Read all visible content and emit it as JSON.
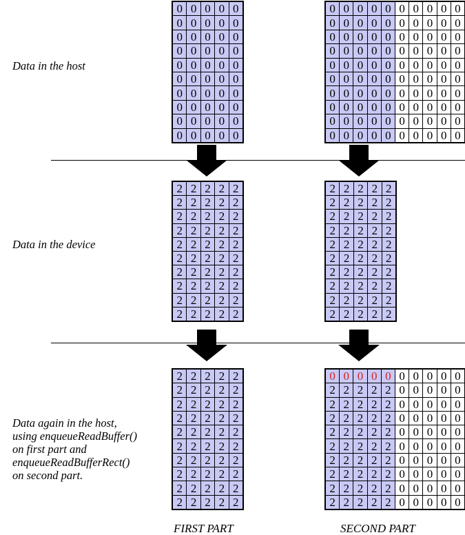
{
  "labels": {
    "host": "Data in the host",
    "device": "Data in the device",
    "host_again": [
      "Data again in the host,",
      "using enqueueReadBuffer()",
      "on first part and",
      "enqueueReadBufferRect()",
      "on second part."
    ]
  },
  "captions": {
    "first": "FIRST PART",
    "second": "SECOND PART"
  },
  "colors": {
    "cell_blue": "#c9c9f6",
    "cell_white": "#ffffff",
    "highlight_text": "#d62020",
    "border": "#000000"
  },
  "grids": {
    "first_host": {
      "rows": 10,
      "cols": 5,
      "row_values": [
        "00000"
      ],
      "fill": "blue"
    },
    "second_host": {
      "rows": 10,
      "cols": 10,
      "row_values": [
        "0000000000"
      ],
      "blue_cols": 5
    },
    "first_device": {
      "rows": 10,
      "cols": 5,
      "row_values": [
        "22222"
      ],
      "fill": "blue"
    },
    "second_device": {
      "rows": 10,
      "cols": 5,
      "row_values": [
        "22222"
      ],
      "fill": "blue"
    },
    "first_result": {
      "rows": 10,
      "cols": 5,
      "row_values": [
        "22222"
      ],
      "fill": "blue"
    },
    "second_result": {
      "rows": 10,
      "cols": 10,
      "first_row": "0000000000",
      "row_values": [
        "2222200000"
      ],
      "blue_cols": 5,
      "highlight_first_row_blue": true
    }
  }
}
